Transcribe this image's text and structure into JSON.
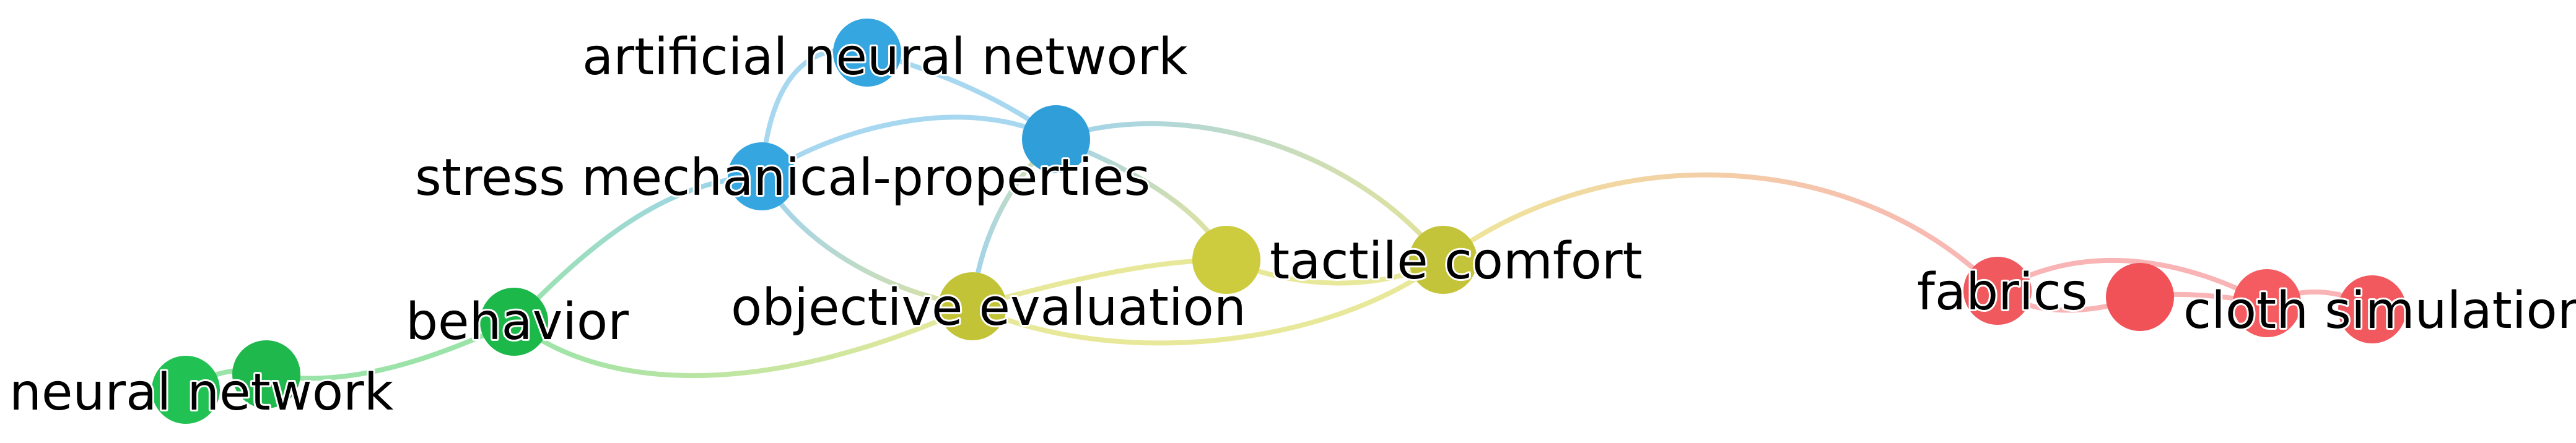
{
  "network": {
    "clusters": [
      {
        "id": "blue",
        "color": "#35a6e0"
      },
      {
        "id": "green",
        "color": "#20c150"
      },
      {
        "id": "yellow",
        "color": "#c9c93a"
      },
      {
        "id": "red",
        "color": "#f05a5f"
      }
    ],
    "nodes": [
      {
        "id": "n_ann_top",
        "cluster": "blue"
      },
      {
        "id": "n_ann",
        "cluster": "blue"
      },
      {
        "id": "n_stress",
        "cluster": "blue"
      },
      {
        "id": "n_nn1",
        "cluster": "green"
      },
      {
        "id": "n_nn2",
        "cluster": "green"
      },
      {
        "id": "n_behavior",
        "cluster": "green"
      },
      {
        "id": "n_obj",
        "cluster": "yellow"
      },
      {
        "id": "n_y2",
        "cluster": "yellow"
      },
      {
        "id": "n_tactile",
        "cluster": "yellow"
      },
      {
        "id": "n_fabrics",
        "cluster": "red"
      },
      {
        "id": "n_r2",
        "cluster": "red"
      },
      {
        "id": "n_cloth1",
        "cluster": "red"
      },
      {
        "id": "n_cloth2",
        "cluster": "red"
      }
    ],
    "labels": {
      "artificial_neural_network": "artificial neural network",
      "stress_mechanical_properties": "stress mechanical-properties",
      "behavior": "behavior",
      "neural_network": "neural network",
      "objective_evaluation": "objective evaluation",
      "tactile_comfort": "tactile comfort",
      "fabrics": "fabrics",
      "cloth_simulation": "cloth simulation"
    }
  }
}
